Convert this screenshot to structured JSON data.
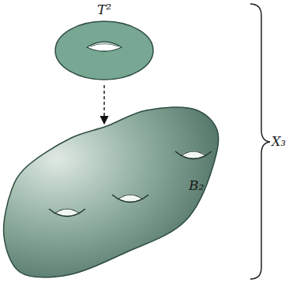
{
  "diagram": {
    "nodes": [
      {
        "text": [
          "T²"
        ]
      },
      {
        "text": [
          "B₂"
        ]
      }
    ],
    "edges": [
      {
        "from": 0,
        "to": 1,
        "arrow": "to"
      }
    ],
    "labels": [
      "X₃"
    ]
  }
}
